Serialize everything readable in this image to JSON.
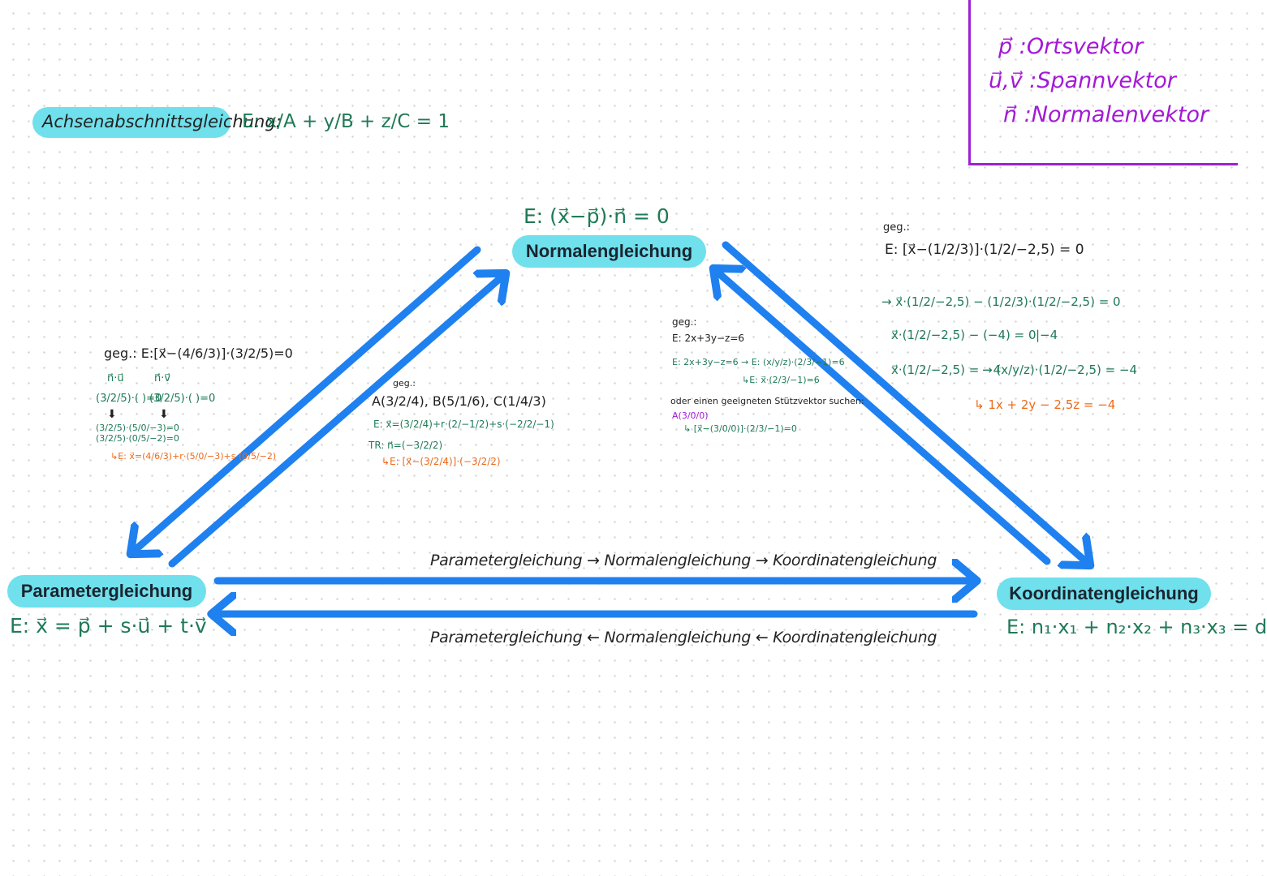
{
  "legend": {
    "items": [
      {
        "symbol": "p⃗ :",
        "text": "Ortsvektor"
      },
      {
        "symbol": "u⃗,v⃗ :",
        "text": "Spannvektor"
      },
      {
        "symbol": "n⃗ :",
        "text": "Normalenvektor"
      }
    ],
    "color": "#a319d6"
  },
  "intercept": {
    "label": "Achsenabschnittsgleichung:",
    "formula": "E: x/A + y/B + z/C = 1"
  },
  "normal": {
    "formula": "E: (x⃗−p⃗)·n⃗ = 0",
    "label": "Normalengleichung"
  },
  "parameter": {
    "label": "Parametergleichung",
    "formula": "E: x⃗ = p⃗ + s·u⃗ + t·v⃗"
  },
  "coordinate": {
    "label": "Koordinatengleichung",
    "formula": "E: n₁·x₁ + n₂·x₂ + n₃·x₃ = d"
  },
  "bottom_arrows": {
    "forward": "Parametergleichung → Normalengleichung → Koordinatengleichung",
    "backward": "Parametergleichung ← Normalengleichung ← Koordinatengleichung"
  },
  "left_example": {
    "given": "geg.: E:[x⃗−(4/6/3)]·(3/2/5)=0",
    "dots": [
      "n⃗·u⃗",
      "n⃗·v⃗"
    ],
    "line1": [
      "(3/2/5)·( )=0",
      "(3/2/5)·( )=0"
    ],
    "line2": [
      "(3/2/5)·(5/0/−3)=0",
      "(3/2/5)·(0/5/−2)=0"
    ],
    "result": "↳E: x⃗=(4/6/3)+r·(5/0/−3)+s·(0/5/−2)"
  },
  "middle_example": {
    "given": "geg.:",
    "points": "A(3/2/4), B(5/1/6), C(1/4/3)",
    "param": "E: x⃗=(3/2/4)+r·(2/−1/2)+s·(−2/2/−1)",
    "tr": "TR: n⃗=(−3/2/2)",
    "result": "↳E: [x⃗−(3/2/4)]·(−3/2/2)"
  },
  "right_mid_example": {
    "given": "geg.:",
    "eq": "E: 2x+3y−z=6",
    "line1": "E: 2x+3y−z=6 → E: (x/y/z)·(2/3/−1)=6",
    "line2": "↳E: x⃗·(2/3/−1)=6",
    "note": "oder einen geeigneten Stützvektor suchen:",
    "point": "A(3/0/0)",
    "result": "↳ [x⃗−(3/0/0)]·(2/3/−1)=0"
  },
  "right_example": {
    "given": "geg.:",
    "eq": "E: [x⃗−(1/2/3)]·(1/2/−2,5) = 0",
    "step1": "→ x⃗·(1/2/−2,5) − (1/2/3)·(1/2/−2,5) = 0",
    "step2": "x⃗·(1/2/−2,5) − (−4) = 0",
    "step2b": "|−4",
    "step3": "x⃗·(1/2/−2,5) = −4",
    "step3b": "→ (x/y/z)·(1/2/−2,5) = −4",
    "result": "↳ 1x + 2y − 2,5z = −4"
  },
  "colors": {
    "arrow": "#1f80ef",
    "pill": "#6fe0ec",
    "green": "#1f7a57",
    "orange": "#ec6b1c",
    "purple": "#a319d6"
  }
}
